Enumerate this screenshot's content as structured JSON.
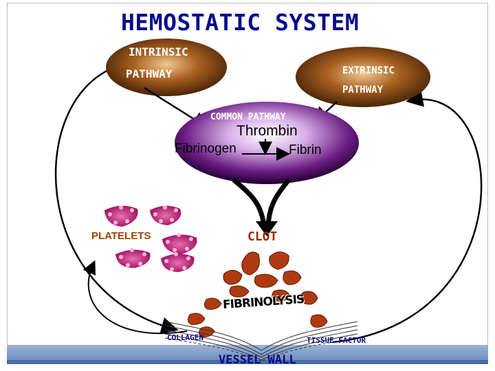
{
  "title": "HEMOSTATIC SYSTEM",
  "intrinsic": {
    "line1": "INTRINSIC",
    "line2": "PATHWAY"
  },
  "extrinsic": {
    "line1": "EXTRINSIC",
    "line2": "PATHWAY"
  },
  "common": {
    "label": "COMMON PATHWAY",
    "enzyme": "Thrombin",
    "substrate": "Fibrinogen",
    "product": "Fibrin"
  },
  "platelets_label": "PLATELETS",
  "clot_label": "CLOT",
  "fibrinolysis_label": "FIBRINOLYSIS",
  "collagen_label": "COLLAGEN",
  "tissue_factor_label": "TISSUE FACTOR",
  "vessel_wall_label": "VESSEL WALL",
  "colors": {
    "title": "#0a0a8c",
    "pathway_brown": "#8a4a10",
    "common_purple": "#5a1070",
    "clot_red": "#b03a10",
    "platelet_pink": "#c81e78"
  }
}
